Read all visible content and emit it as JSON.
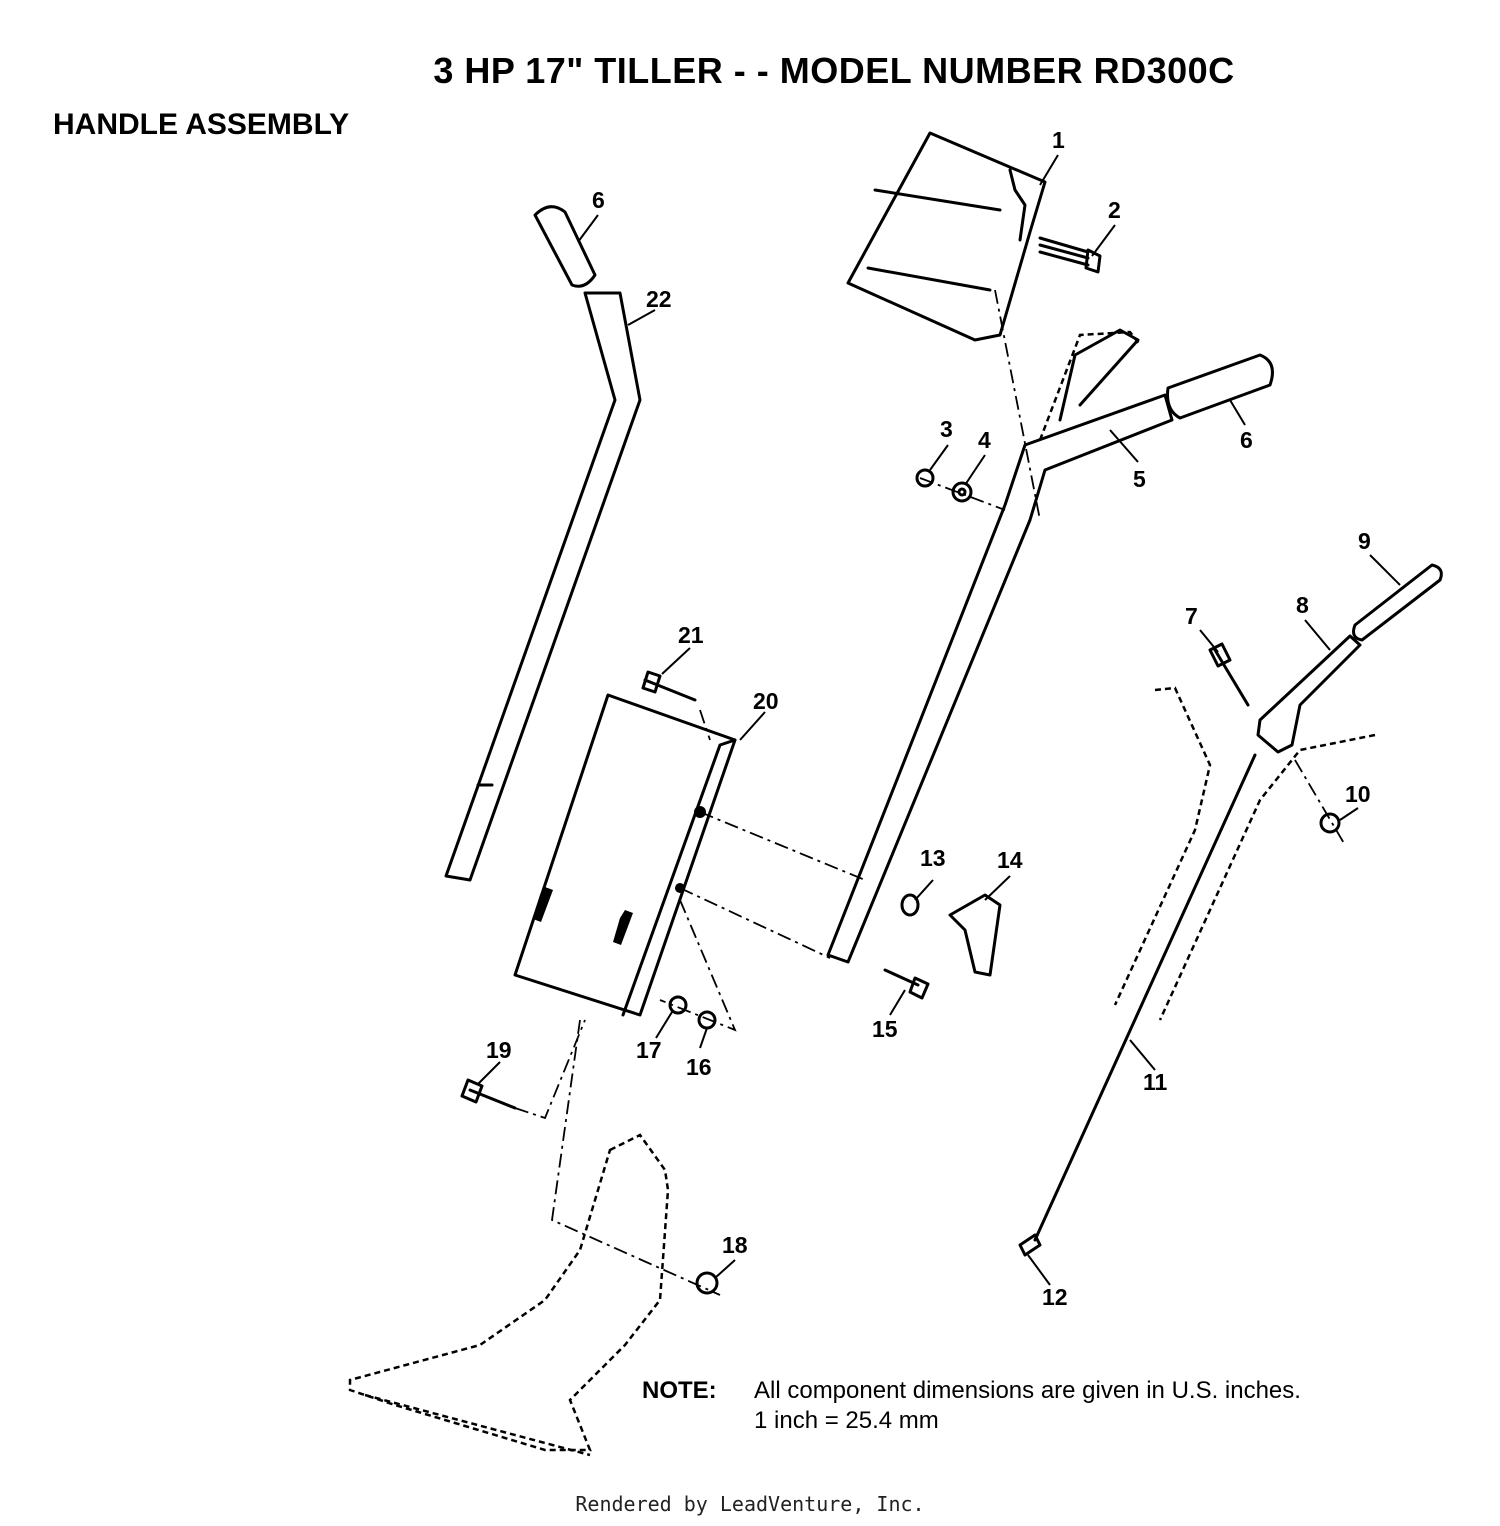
{
  "header": {
    "title": "3 HP  17\" TILLER - - MODEL NUMBER RD300C",
    "section": "HANDLE ASSEMBLY"
  },
  "callouts": [
    "1",
    "2",
    "3",
    "4",
    "5",
    "6",
    "6",
    "7",
    "8",
    "9",
    "10",
    "11",
    "12",
    "13",
    "14",
    "15",
    "16",
    "17",
    "18",
    "19",
    "20",
    "21",
    "22"
  ],
  "note": {
    "label": "NOTE:",
    "line1": "All component dimensions are given in U.S. inches.",
    "line2": "1 inch = 25.4 mm"
  },
  "footer": "Rendered by LeadVenture, Inc."
}
